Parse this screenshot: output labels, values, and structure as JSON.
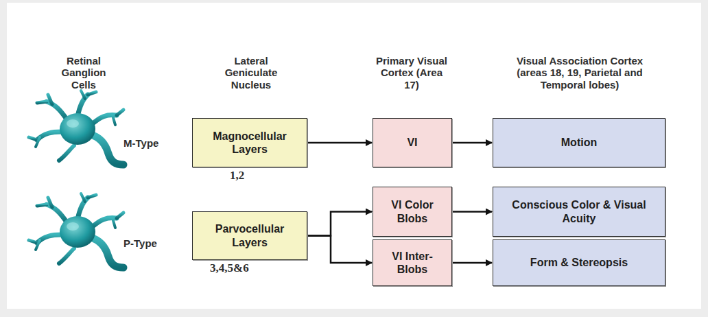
{
  "diagram": {
    "nodes": [
      {
        "text": [
          "Magnocellular Layers"
        ]
      },
      {
        "text": [
          "VI"
        ]
      },
      {
        "text": [
          "Motion"
        ]
      },
      {
        "text": [
          "Parvocellular Layers"
        ]
      },
      {
        "text": [
          "VI Color Blobs"
        ]
      },
      {
        "text": [
          "Conscious Color & Visual Acuity"
        ]
      },
      {
        "text": [
          "VI Inter-Blobs"
        ]
      },
      {
        "text": [
          "Form & Stereopsis"
        ]
      }
    ],
    "edges": [
      {
        "from": 0,
        "to": 1,
        "arrow": "to"
      },
      {
        "from": 1,
        "to": 2,
        "arrow": "to"
      },
      {
        "from": 3,
        "to": 4,
        "arrow": "to"
      },
      {
        "from": 3,
        "to": 6,
        "arrow": "to"
      },
      {
        "from": 4,
        "to": 5,
        "arrow": "to"
      },
      {
        "from": 6,
        "to": 7,
        "arrow": "to"
      }
    ],
    "labels": [
      "Retinal Ganglion Cells",
      "Lateral Geniculate Nucleus",
      "Primary Visual Cortex (Area 17)",
      "Visual Association Cortex (areas 18, 19, Parietal and Temporal lobes)",
      "M-Type",
      "1,2",
      "P-Type",
      "3,4,5&6"
    ]
  }
}
